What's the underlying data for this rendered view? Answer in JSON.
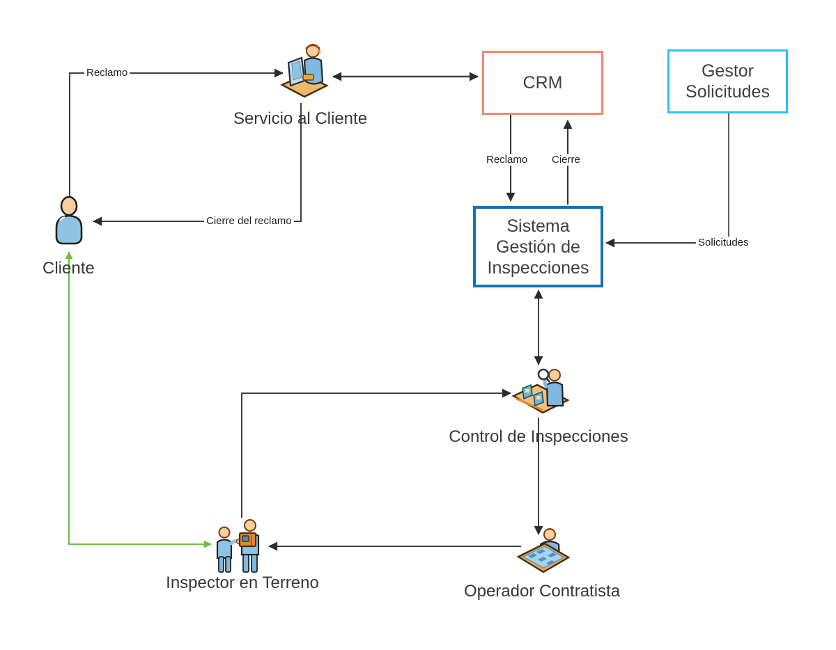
{
  "diagram": {
    "nodes": {
      "servicio": {
        "label": "Servicio al Cliente",
        "type": "actor-at-computer"
      },
      "crm": {
        "label": "CRM",
        "type": "system-box"
      },
      "gestor": {
        "label": "Gestor Solicitudes",
        "lines": [
          "Gestor",
          "Solicitudes"
        ],
        "type": "system-box"
      },
      "sistema": {
        "label": "Sistema Gestión de Inspecciones",
        "lines": [
          "Sistema",
          "Gestión de",
          "Inspecciones"
        ],
        "type": "system-box"
      },
      "cliente": {
        "label": "Cliente",
        "type": "actor-person"
      },
      "control": {
        "label": "Control de Inspecciones",
        "type": "actor-inspection-desk"
      },
      "inspector": {
        "label": "Inspector en Terreno",
        "type": "actor-pair-with-equipment"
      },
      "operador": {
        "label": "Operador Contratista",
        "type": "actor-at-map-panel"
      }
    },
    "edges": [
      {
        "from": "Cliente",
        "to": "Servicio al Cliente",
        "label": "Reclamo",
        "direction": "one-way",
        "color": "black"
      },
      {
        "from": "Servicio al Cliente",
        "to": "CRM",
        "label": "",
        "direction": "two-way",
        "color": "black"
      },
      {
        "from": "Servicio al Cliente",
        "to": "Cliente",
        "label": "Cierre del reclamo",
        "direction": "one-way",
        "color": "black"
      },
      {
        "from": "CRM",
        "to": "Sistema Gestión de Inspecciones",
        "label": "Reclamo",
        "direction": "one-way",
        "color": "black"
      },
      {
        "from": "Sistema Gestión de Inspecciones",
        "to": "CRM",
        "label": "Cierre",
        "direction": "one-way",
        "color": "black"
      },
      {
        "from": "Gestor Solicitudes",
        "to": "Sistema Gestión de Inspecciones",
        "label": "Solicitudes",
        "direction": "one-way",
        "color": "black"
      },
      {
        "from": "Sistema Gestión de Inspecciones",
        "to": "Control de Inspecciones",
        "label": "",
        "direction": "two-way",
        "color": "black"
      },
      {
        "from": "Inspector en Terreno",
        "to": "Control de Inspecciones",
        "label": "",
        "direction": "one-way",
        "color": "black"
      },
      {
        "from": "Control de Inspecciones",
        "to": "Operador Contratista",
        "label": "",
        "direction": "one-way",
        "color": "black"
      },
      {
        "from": "Operador Contratista",
        "to": "Inspector en Terreno",
        "label": "",
        "direction": "one-way",
        "color": "black"
      },
      {
        "from": "Inspector en Terreno",
        "to": "Cliente",
        "label": "",
        "direction": "two-way",
        "color": "green"
      }
    ],
    "colors": {
      "background": "#FFFFFF",
      "crm_border": "#F4876F",
      "gestor_border": "#29C2F1",
      "sistema_border": "#1272B9",
      "arrow": "#3F3F3F",
      "green_arrow": "#6EBE44",
      "text": "#383838"
    }
  }
}
